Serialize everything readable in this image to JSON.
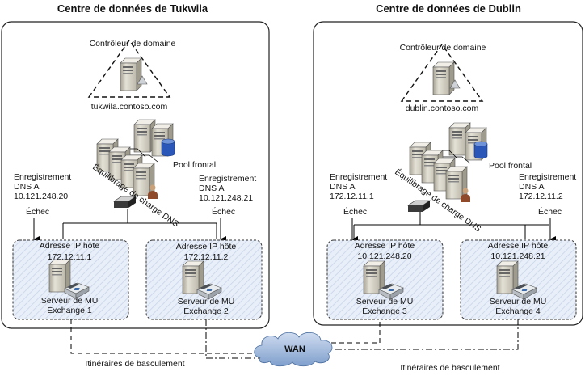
{
  "colors": {
    "box_fill": "#e8eef8",
    "server": "#d8d4c6",
    "cylinder": "#2b57b8",
    "wan": "#9cb8de"
  },
  "left": {
    "title": "Centre de données de Tukwila",
    "dc_label": "Contrôleur de domaine",
    "domain": "tukwila.contoso.com",
    "pool": "Pool frontal",
    "lb": "Équilibrage de charge DNS",
    "dns1": [
      "Enregistrement",
      "DNS A",
      "10.121.248.20"
    ],
    "dns2": [
      "Enregistrement",
      "DNS A",
      "10.121.248.21"
    ],
    "fail1": "Échec",
    "fail2": "Échec",
    "box1": [
      "Adresse IP hôte",
      "172.12.11.1",
      "Serveur de MU",
      "Exchange 1"
    ],
    "box2": [
      "Adresse IP hôte",
      "172.12.11.2",
      "Serveur de MU",
      "Exchange 2"
    ],
    "route": "Itinéraires de basculement"
  },
  "right": {
    "title": "Centre de données de Dublin",
    "dc_label": "Contrôleur de domaine",
    "domain": "dublin.contoso.com",
    "pool": "Pool frontal",
    "lb": "Équilibrage de charge DNS",
    "dns1": [
      "Enregistrement",
      "DNS A",
      "172.12.11.1"
    ],
    "dns2": [
      "Enregistrement",
      "DNS A",
      "172.12.11.2"
    ],
    "fail1": "Échec",
    "fail2": "Échec",
    "box1": [
      "Adresse IP hôte",
      "10.121.248.20",
      "Serveur de MU",
      "Exchange 3"
    ],
    "box2": [
      "Adresse IP hôte",
      "10.121.248.21",
      "Serveur de MU",
      "Exchange 4"
    ],
    "route": "Itinéraires de basculement"
  },
  "wan": "WAN",
  "icons": [
    "domain-controller-icon",
    "server-icon",
    "database-icon",
    "load-balancer-icon",
    "user-icon",
    "phone-icon",
    "cloud-icon"
  ]
}
